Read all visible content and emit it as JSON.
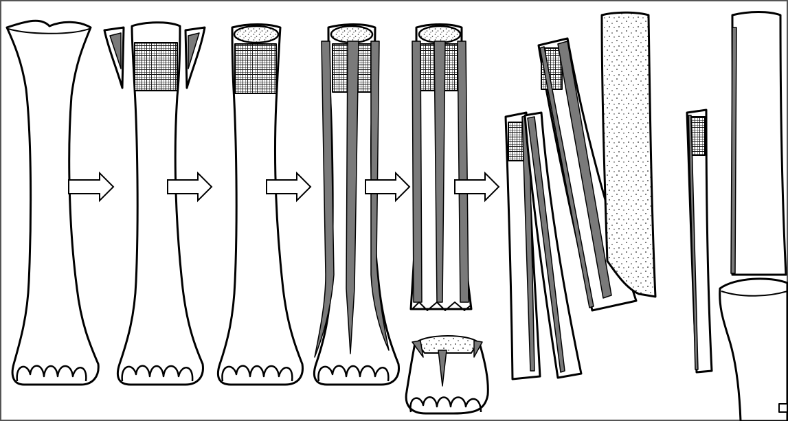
{
  "figure": {
    "description_labels": [],
    "colors": {
      "background": "#ffffff",
      "outline": "#000000",
      "groove_fill": "#7a7a7a",
      "arrow_fill": "#ffffff",
      "frame": "#555555"
    },
    "stages": [
      {
        "id": "intact-metapodial"
      },
      {
        "id": "epiphysis-removed"
      },
      {
        "id": "cut-end"
      },
      {
        "id": "grooved-shaft"
      },
      {
        "id": "grooved-shaft-separated-epiphysis"
      },
      {
        "id": "split-rods-and-blank"
      },
      {
        "id": "final-rod"
      },
      {
        "id": "refit-bone"
      }
    ],
    "arrow_count": 5
  }
}
